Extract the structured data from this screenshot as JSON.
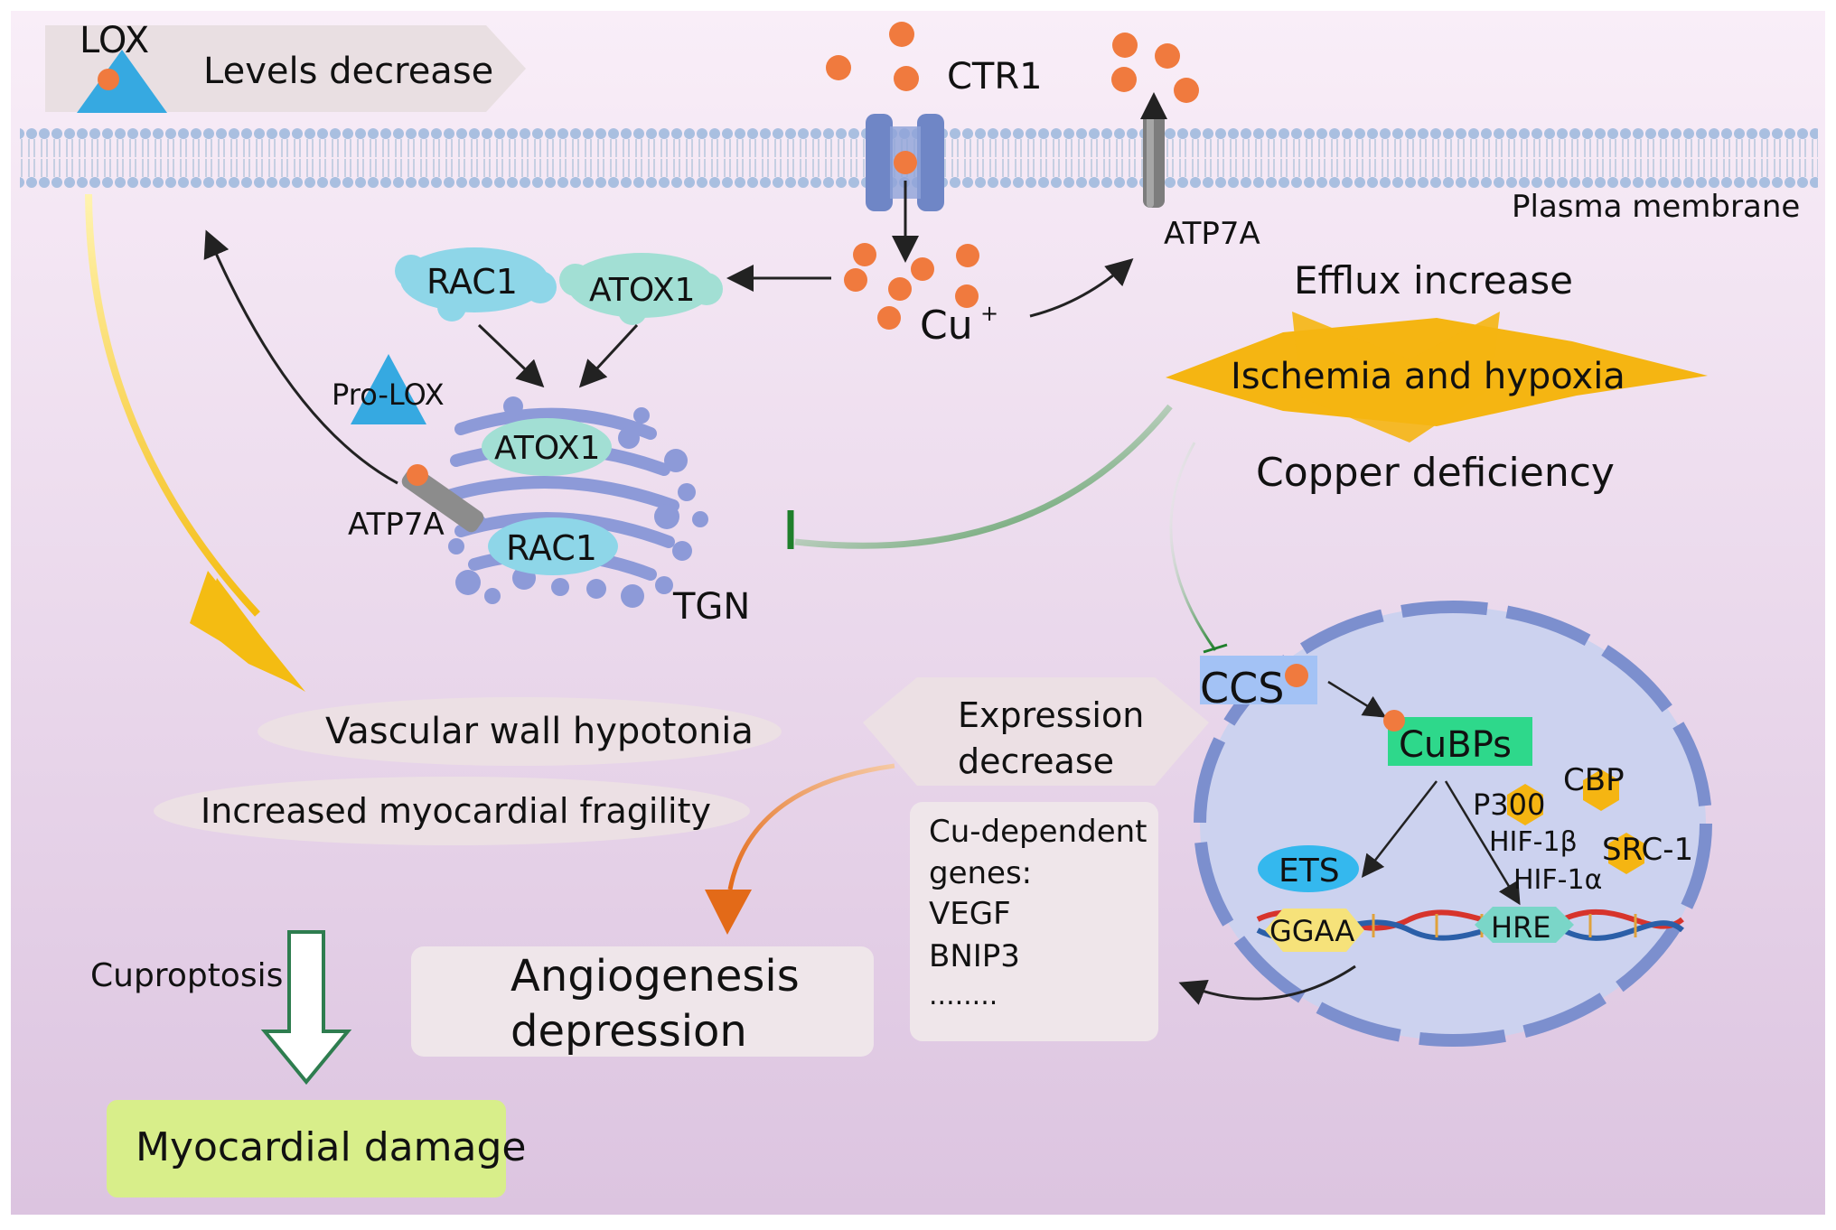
{
  "labels": {
    "lox": "LOX",
    "levels_decrease": "Levels decrease",
    "ctr1": "CTR1",
    "atp7a_membrane": "ATP7A",
    "plasma_membrane": "Plasma membrane",
    "rac1_top": "RAC1",
    "atox1_top": "ATOX1",
    "cu_ion": "Cu",
    "cu_charge": "+",
    "efflux_increase": "Efflux increase",
    "ischemia_hypoxia": "Ischemia and hypoxia",
    "copper_deficiency": "Copper deficiency",
    "pro_lox": "Pro-LOX",
    "atox1_golgi": "ATOX1",
    "atp7a_golgi": "ATP7A",
    "rac1_golgi": "RAC1",
    "tgn": "TGN",
    "vascular_wall_hypotonia": "Vascular wall hypotonia",
    "increased_myocardial_fragility": "Increased myocardial fragility",
    "expression_decrease_line1": "Expression",
    "expression_decrease_line2": "decrease",
    "cu_dependent_line1": "Cu-dependent",
    "cu_dependent_line2": "genes:",
    "vegf": "VEGF",
    "bnip3": "BNIP3",
    "ellipsis": "........",
    "ccs": "CCS",
    "cubps": "CuBPs",
    "p300": "P300",
    "cbp": "CBP",
    "hif1b": "HIF-1β",
    "src1": "SRC-1",
    "hif1a": "HIF-1α",
    "ets": "ETS",
    "ggaa": "GGAA",
    "hre": "HRE",
    "cuproptosis": "Cuproptosis",
    "angiogenesis_line1": "Angiogenesis",
    "angiogenesis_line2": "depression",
    "myocardial_damage": "Myocardial damage"
  },
  "colors": {
    "background_top": "#f9eef8",
    "background_bottom": "#dcc4e0",
    "copper_ion": "#f07a3e",
    "lox_triangle": "#36a9e1",
    "rac1": "#8ed6e8",
    "atox1": "#a2dfd4",
    "golgi": "#8d9ad8",
    "ischemia_star": "#f5b512",
    "inhibition_arrow": "#1f7f2b",
    "ccs_box": "#a3c2f5",
    "cubps_box": "#2ed88b",
    "ets": "#34b8ee",
    "ggaa": "#f6e27a",
    "hre": "#7ad6c8",
    "myocardial_damage_box": "#d8ee8a",
    "yellow_arrow": "#f4bc12",
    "orange_arrow": "#e36a18"
  }
}
